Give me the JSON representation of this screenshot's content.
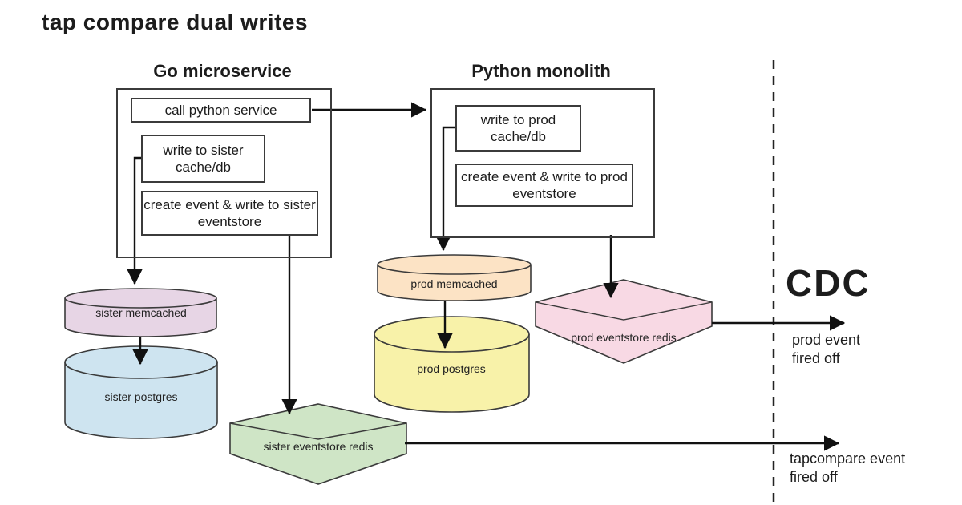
{
  "title": "tap compare dual writes",
  "go_service": {
    "title": "Go microservice",
    "steps": [
      "call python service",
      "write to sister cache/db",
      "create event & write to sister eventstore"
    ]
  },
  "python_service": {
    "title": "Python monolith",
    "steps": [
      "write to prod cache/db",
      "create event & write to prod eventstore"
    ]
  },
  "datastores": {
    "sister_memcached": {
      "label": "sister memcached",
      "color": "#e7d5e5"
    },
    "sister_postgres": {
      "label": "sister postgres",
      "color": "#cee4f0"
    },
    "prod_memcached": {
      "label": "prod memcached",
      "color": "#fce3c5"
    },
    "prod_postgres": {
      "label": "prod postgres",
      "color": "#f8f2a9"
    },
    "sister_eventstore_redis": {
      "label": "sister eventstore redis",
      "color": "#cfe5c6"
    },
    "prod_eventstore_redis": {
      "label": "prod eventstore redis",
      "color": "#f8d9e4"
    }
  },
  "cdc": {
    "title": "CDC",
    "prod_event": "prod event fired off",
    "tapcompare_event": "tapcompare event fired off"
  }
}
